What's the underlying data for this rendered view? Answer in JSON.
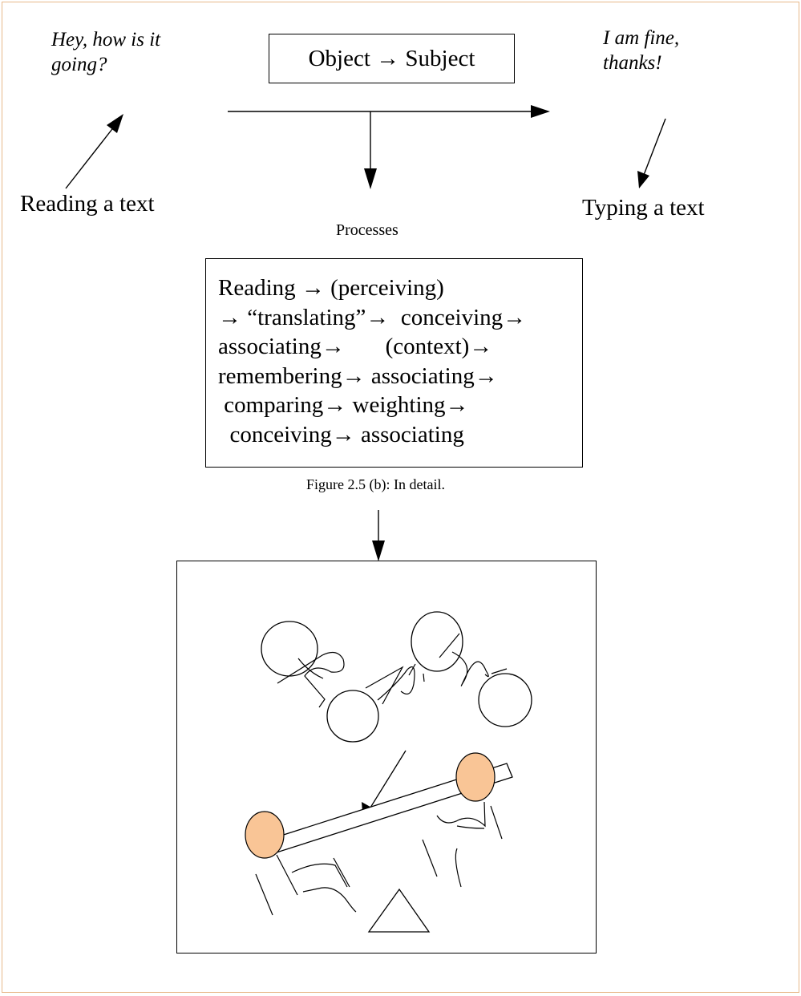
{
  "greeting_text": "Hey, how is it going?",
  "greeting_lines": [
    "Hey, how is it",
    "going?"
  ],
  "reply_lines": [
    "I am fine,",
    "thanks!"
  ],
  "object_subject_label": "Object → Subject",
  "reading_label": "Reading a text",
  "typing_label": "Typing a text",
  "processes_label": "Processes",
  "process_lines": [
    "Reading → (perceiving)",
    "→ “translating”→  conceiving→",
    "associating→       (context)→",
    "remembering→ associating→",
    " comparing→ weighting→",
    "  conceiving→ associating"
  ],
  "caption": "Figure 2.5 (b): In detail.",
  "colors": {
    "frame_border": "#e8b98a",
    "head_fill": "#f9c596",
    "line": "#000000"
  }
}
